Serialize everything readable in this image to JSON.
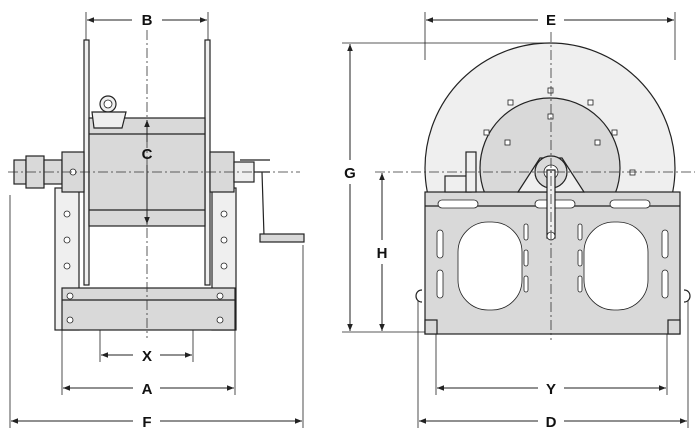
{
  "diagram": {
    "dimension_labels": {
      "A": "A",
      "B": "B",
      "C": "C",
      "D": "D",
      "E": "E",
      "F": "F",
      "G": "G",
      "H": "H",
      "X": "X",
      "Y": "Y"
    }
  }
}
